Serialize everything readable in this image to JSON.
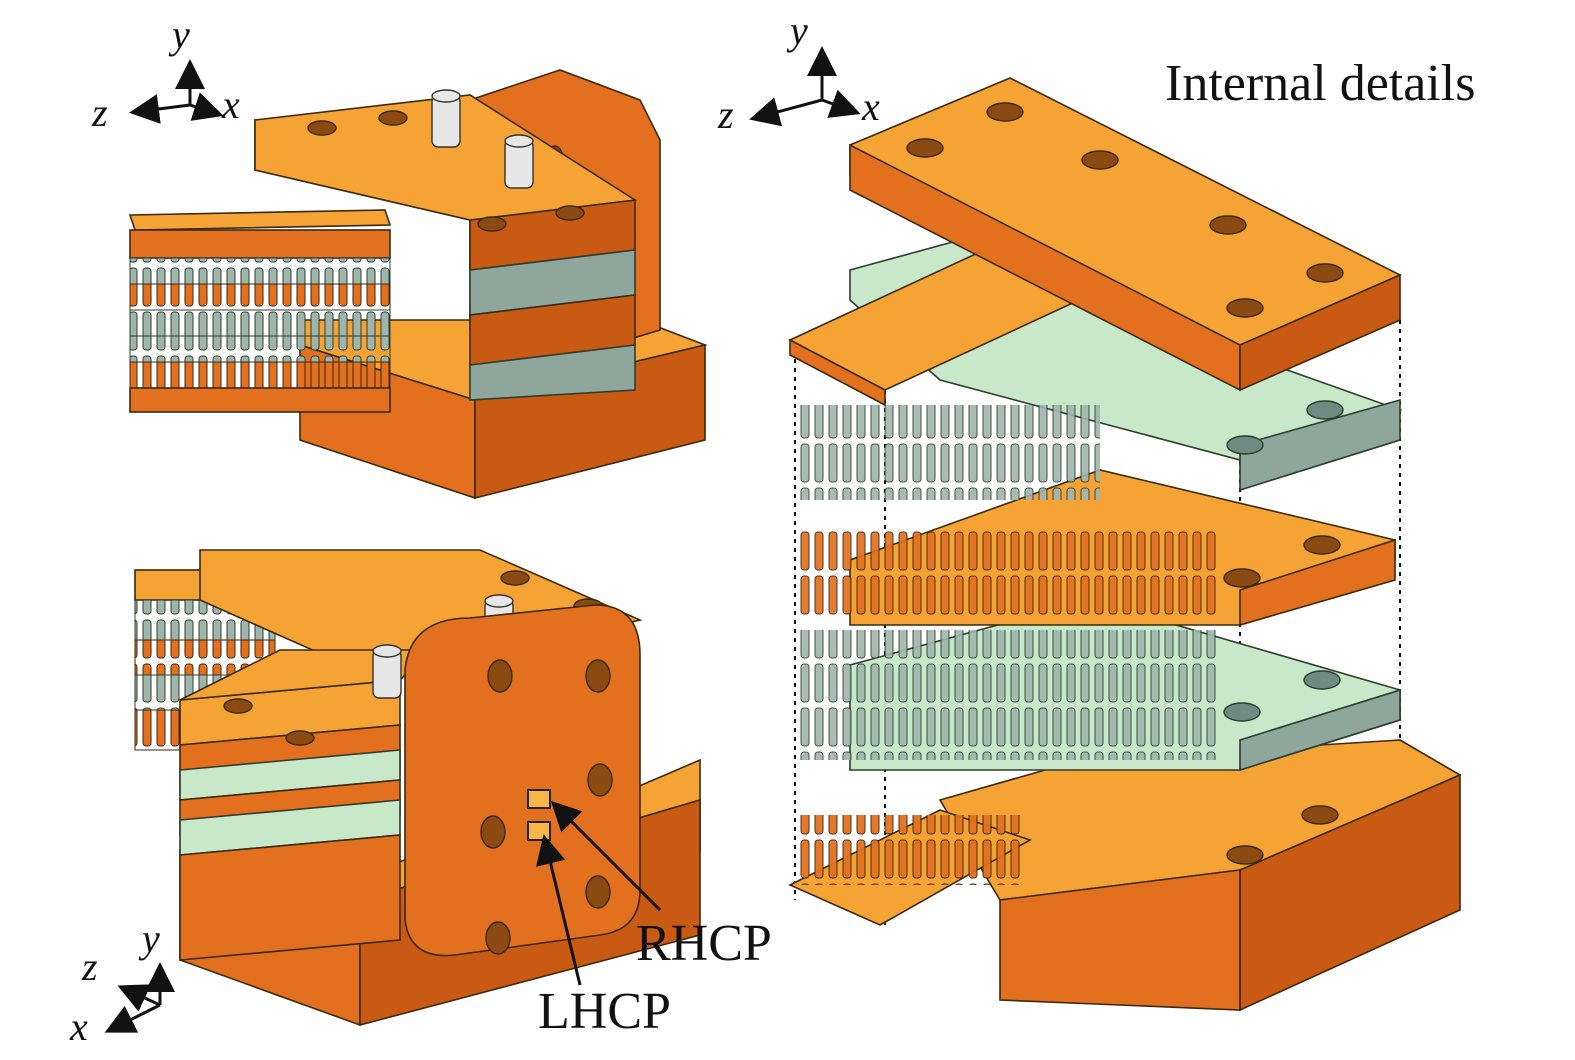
{
  "labels": {
    "internal_details": "Internal details",
    "rhcp": "RHCP",
    "lhcp": "LHCP"
  },
  "axes": {
    "y": "y",
    "z": "z",
    "x": "x"
  },
  "colors": {
    "copper_top": "#f5a334",
    "copper_side": "#e2701f",
    "green_layer": "#c8e8c9",
    "green_side": "#8ea69c"
  }
}
